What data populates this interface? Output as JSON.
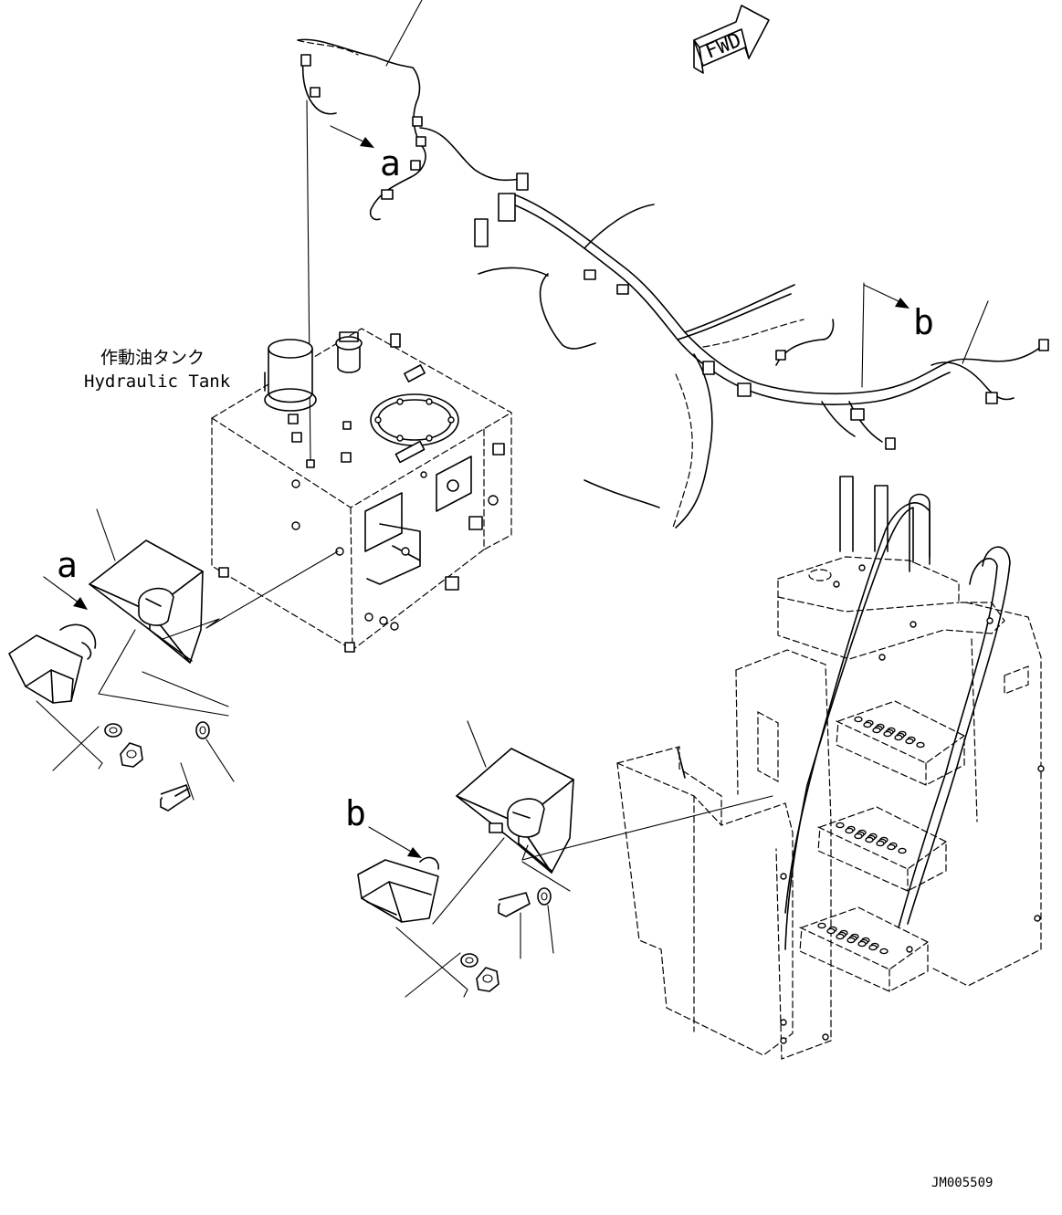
{
  "labels": {
    "fwd": "FWD",
    "callout_a_top": "a",
    "callout_b_top": "b",
    "callout_a_left": "a",
    "callout_b_bottom": "b",
    "tank_label_jp": "作動油タンク",
    "tank_label_en": "Hydraulic Tank",
    "drawing_number": "JM005509"
  }
}
